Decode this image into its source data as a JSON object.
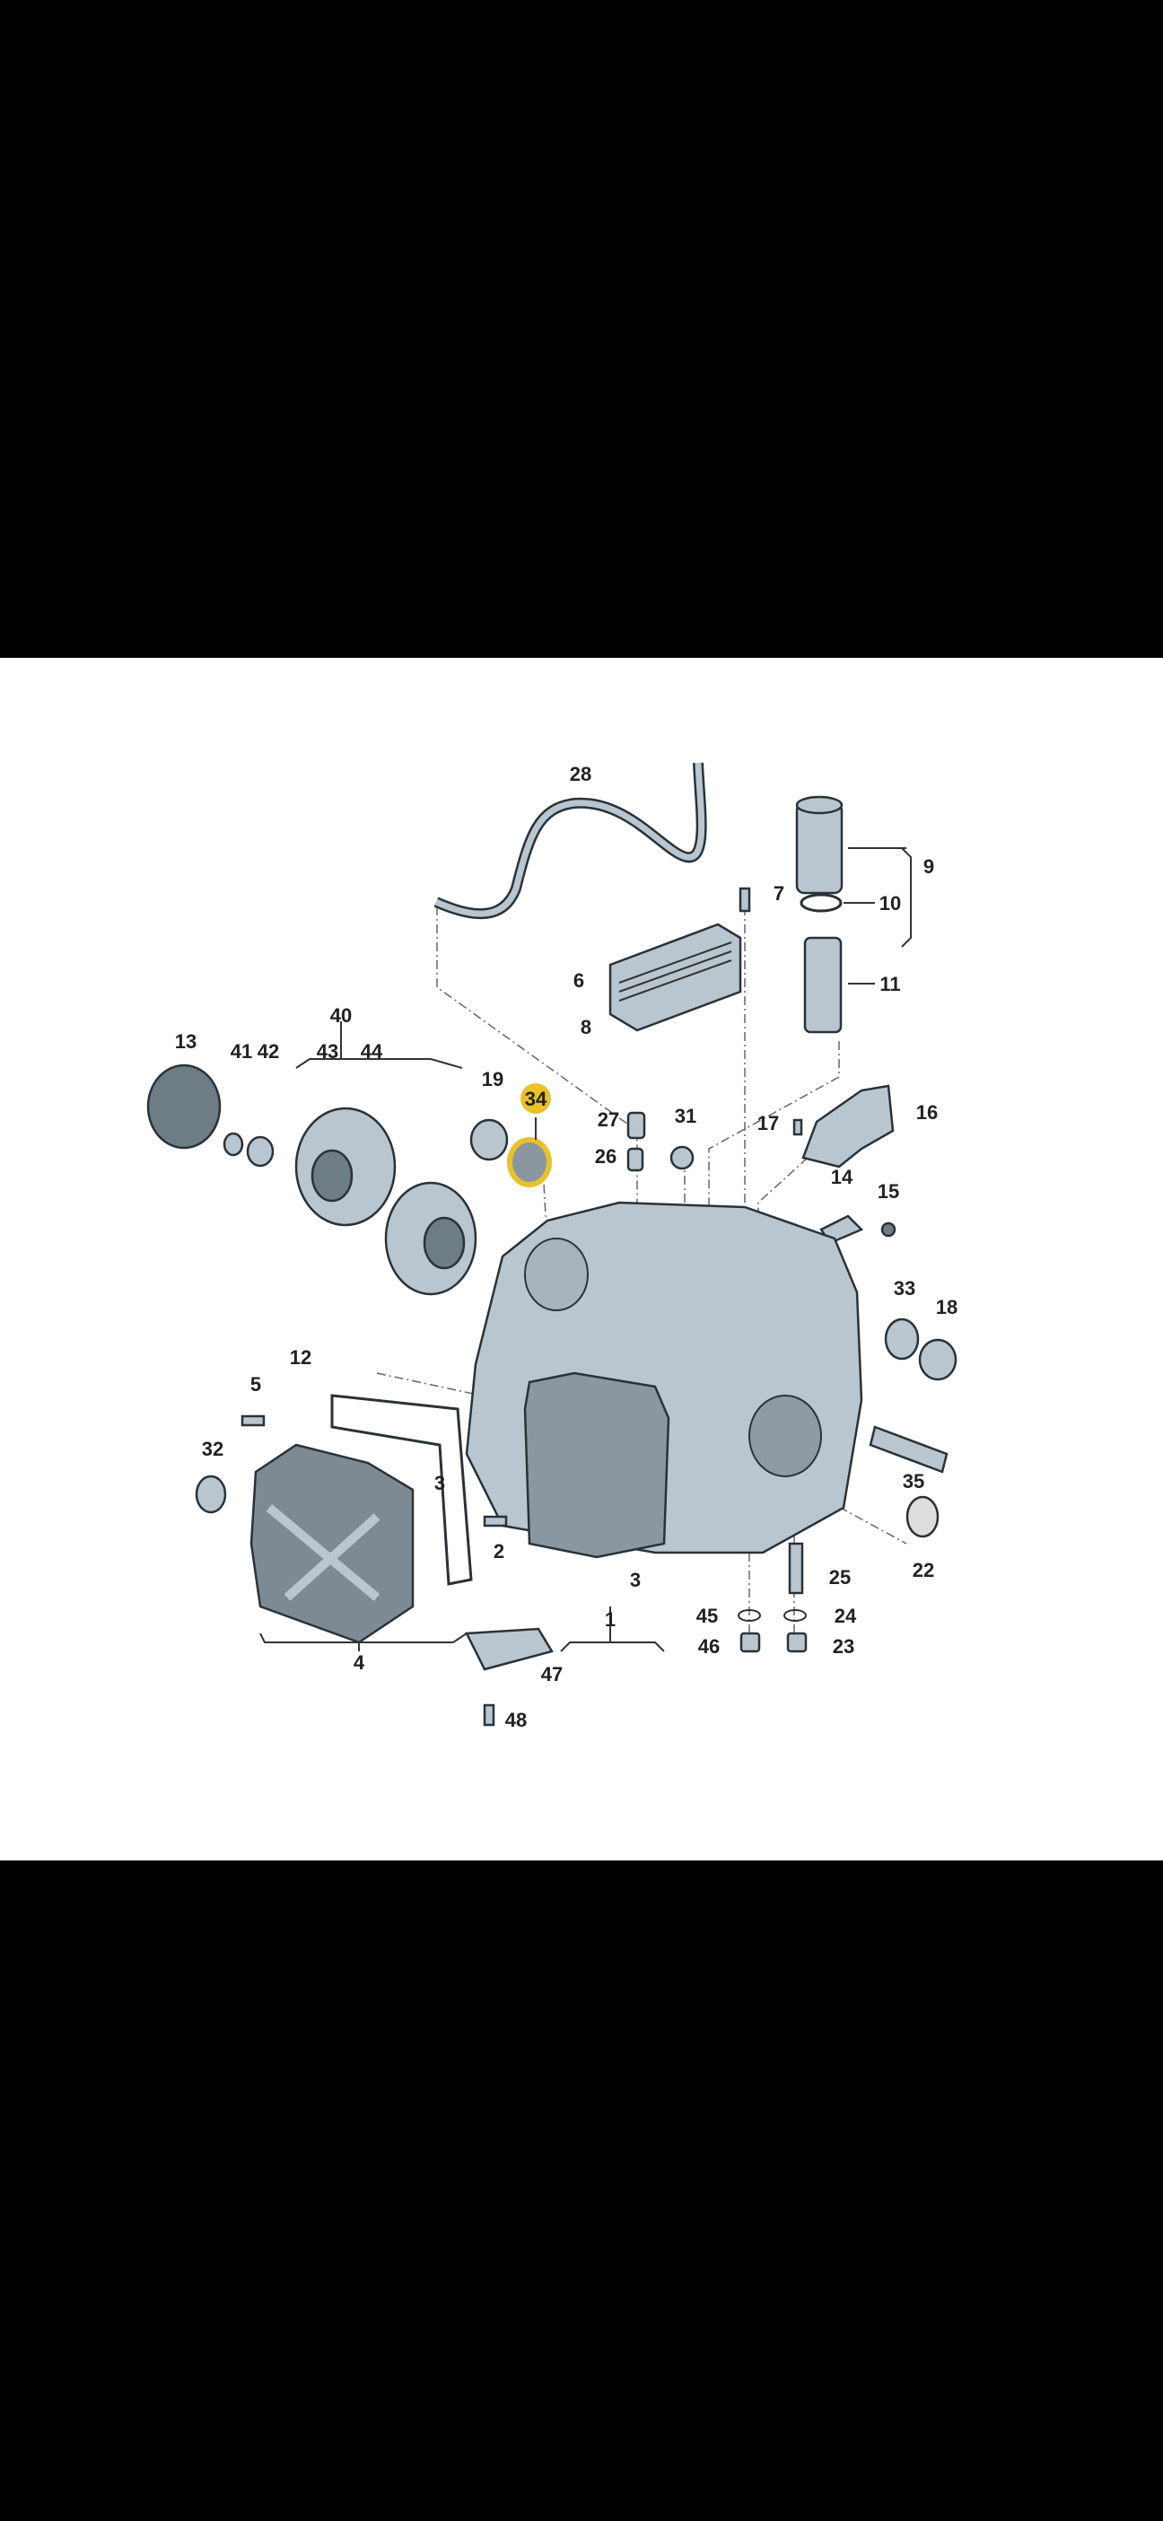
{
  "diagram": {
    "highlight_color": "#e8c22a",
    "highlighted_part": "34",
    "callouts": [
      {
        "id": "28",
        "label": "28"
      },
      {
        "id": "9",
        "label": "9"
      },
      {
        "id": "7",
        "label": "7"
      },
      {
        "id": "10",
        "label": "10"
      },
      {
        "id": "6",
        "label": "6"
      },
      {
        "id": "11",
        "label": "11"
      },
      {
        "id": "8",
        "label": "8"
      },
      {
        "id": "40",
        "label": "40"
      },
      {
        "id": "13",
        "label": "13"
      },
      {
        "id": "41",
        "label": "41"
      },
      {
        "id": "42",
        "label": "42"
      },
      {
        "id": "43",
        "label": "43"
      },
      {
        "id": "44",
        "label": "44"
      },
      {
        "id": "19",
        "label": "19"
      },
      {
        "id": "34",
        "label": "34"
      },
      {
        "id": "27",
        "label": "27"
      },
      {
        "id": "31",
        "label": "31"
      },
      {
        "id": "17",
        "label": "17"
      },
      {
        "id": "16",
        "label": "16"
      },
      {
        "id": "26",
        "label": "26"
      },
      {
        "id": "14",
        "label": "14"
      },
      {
        "id": "15",
        "label": "15"
      },
      {
        "id": "33",
        "label": "33"
      },
      {
        "id": "18",
        "label": "18"
      },
      {
        "id": "12",
        "label": "12"
      },
      {
        "id": "5",
        "label": "5"
      },
      {
        "id": "32",
        "label": "32"
      },
      {
        "id": "3a",
        "label": "3"
      },
      {
        "id": "35",
        "label": "35"
      },
      {
        "id": "2",
        "label": "2"
      },
      {
        "id": "22",
        "label": "22"
      },
      {
        "id": "3b",
        "label": "3"
      },
      {
        "id": "25",
        "label": "25"
      },
      {
        "id": "1",
        "label": "1"
      },
      {
        "id": "45",
        "label": "45"
      },
      {
        "id": "24",
        "label": "24"
      },
      {
        "id": "4",
        "label": "4"
      },
      {
        "id": "46",
        "label": "46"
      },
      {
        "id": "23",
        "label": "23"
      },
      {
        "id": "47",
        "label": "47"
      },
      {
        "id": "48",
        "label": "48"
      }
    ]
  }
}
